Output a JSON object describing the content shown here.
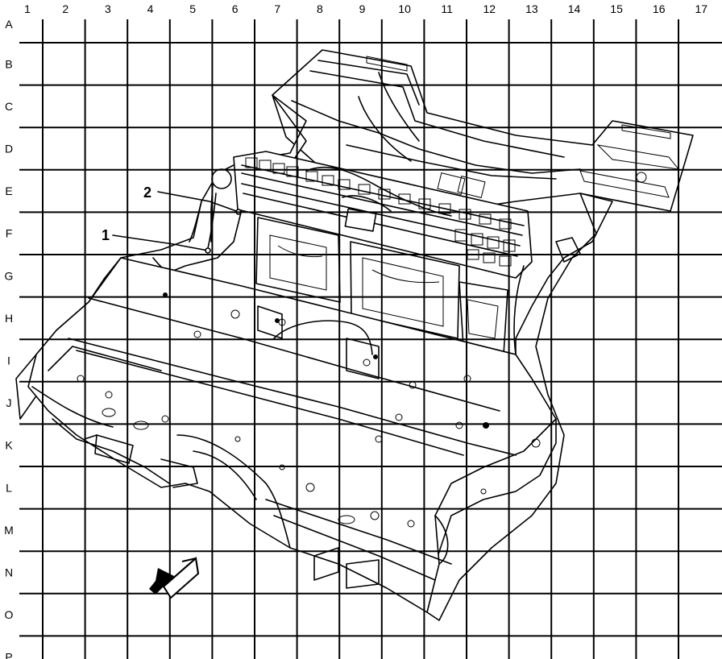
{
  "grid": {
    "columns": [
      "1",
      "2",
      "3",
      "4",
      "5",
      "6",
      "7",
      "8",
      "9",
      "10",
      "11",
      "12",
      "13",
      "14",
      "15",
      "16",
      "17"
    ],
    "rows": [
      "A",
      "B",
      "C",
      "D",
      "E",
      "F",
      "G",
      "H",
      "I",
      "J",
      "K",
      "L",
      "M",
      "N",
      "O",
      "P"
    ]
  },
  "callouts": [
    {
      "id": "callout-1",
      "label": "1"
    },
    {
      "id": "callout-2",
      "label": "2"
    }
  ],
  "icons": {
    "direction_arrow": "front-direction-arrow-icon"
  }
}
